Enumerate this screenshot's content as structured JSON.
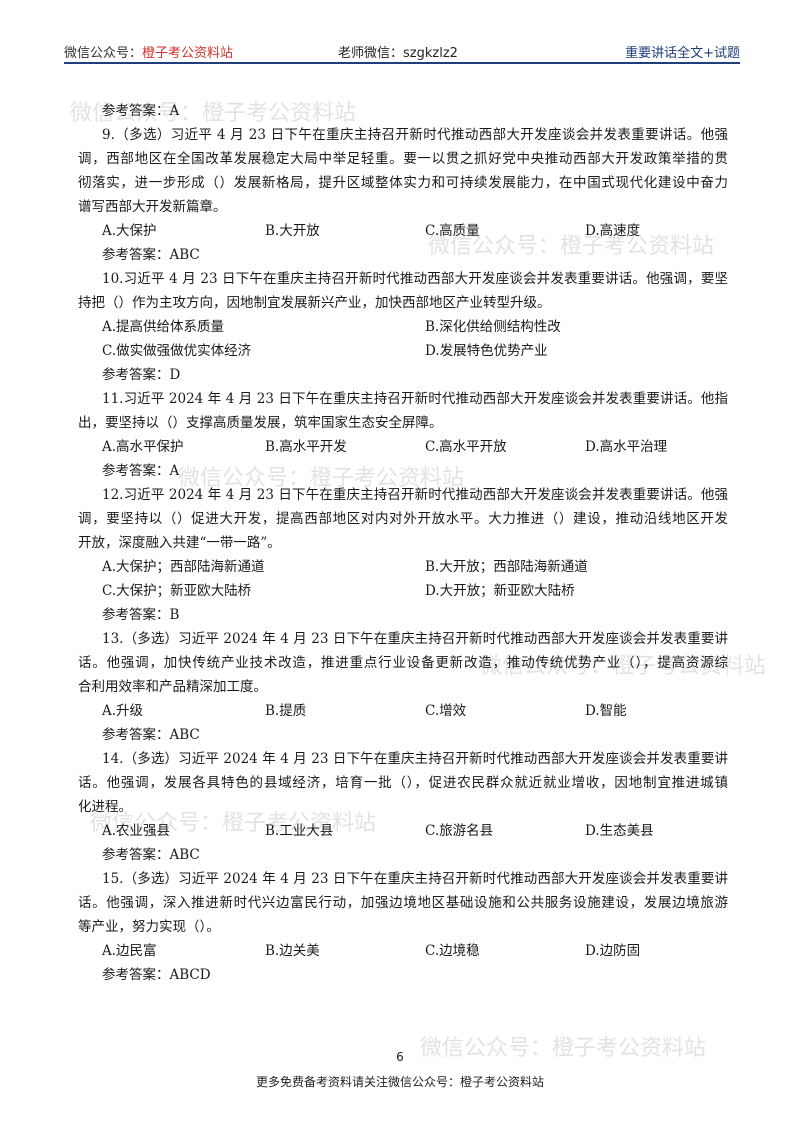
{
  "header": {
    "left_prefix": "微信公众号：",
    "left_account": "橙子考公资料站",
    "middle": "老师微信：szgkzlz2",
    "right": "重要讲话全文+试题"
  },
  "answer_prefix": "参考答案：",
  "top_answer": "A",
  "questions": [
    {
      "lines": [
        "9.（多选）习近平 4 月 23 日下午在重庆主持召开新时代推动西部大开发座谈会并发表重要讲话。他强",
        "调，西部地区在全国改革发展稳定大局中举足轻重。要一以贯之抓好党中央推动西部大开发政策举措的贯",
        "彻落实，进一步形成（）发展新格局，提升区域整体实力和可持续发展能力，在中国式现代化建设中奋力",
        "谱写西部大开发新篇章。"
      ],
      "options": [
        "A.大保护",
        "B.大开放",
        "C.高质量",
        "D.高速度"
      ],
      "answer": "ABC"
    },
    {
      "lines": [
        "10.习近平 4 月 23 日下午在重庆主持召开新时代推动西部大开发座谈会并发表重要讲话。他强调，要坚",
        "持把（）作为主攻方向，因地制宜发展新兴产业，加快西部地区产业转型升级。"
      ],
      "options": [
        "A.提高供给体系质量",
        "B.深化供给侧结构性改",
        "C.做实做强做优实体经济",
        "D.发展特色优势产业"
      ],
      "answer": "D"
    },
    {
      "lines": [
        "11.习近平 2024 年 4 月 23 日下午在重庆主持召开新时代推动西部大开发座谈会并发表重要讲话。他指",
        "出，要坚持以（）支撑高质量发展，筑牢国家生态安全屏障。"
      ],
      "options": [
        "A.高水平保护",
        "B.高水平开发",
        "C.高水平开放",
        "D.高水平治理"
      ],
      "answer": "A"
    },
    {
      "lines": [
        "12.习近平 2024 年 4 月 23 日下午在重庆主持召开新时代推动西部大开发座谈会并发表重要讲话。他强",
        "调，要坚持以（）促进大开发，提高西部地区对内对外开放水平。大力推进（）建设，推动沿线地区开发",
        "开放，深度融入共建“一带一路”。"
      ],
      "options": [
        "A.大保护；西部陆海新通道",
        "B.大开放；西部陆海新通道",
        "C.大保护；新亚欧大陆桥",
        "D.大开放；新亚欧大陆桥"
      ],
      "answer": "B"
    },
    {
      "lines": [
        "13.（多选）习近平 2024 年 4 月 23 日下午在重庆主持召开新时代推动西部大开发座谈会并发表重要讲",
        "话。他强调，加快传统产业技术改造，推进重点行业设备更新改造，推动传统优势产业（），提高资源综",
        "合利用效率和产品精深加工度。"
      ],
      "options": [
        "A.升级",
        "B.提质",
        "C.增效",
        "D.智能"
      ],
      "answer": "ABC"
    },
    {
      "lines": [
        "14.（多选）习近平 2024 年 4 月 23 日下午在重庆主持召开新时代推动西部大开发座谈会并发表重要讲",
        "话。他强调，发展各具特色的县域经济，培育一批（），促进农民群众就近就业增收，因地制宜推进城镇",
        "化进程。"
      ],
      "options": [
        "A.农业强县",
        "B.工业大县",
        "C.旅游名县",
        "D.生态美县"
      ],
      "answer": "ABC"
    },
    {
      "lines": [
        "15.（多选）习近平 2024 年 4 月 23 日下午在重庆主持召开新时代推动西部大开发座谈会并发表重要讲",
        "话。他强调，深入推进新时代兴边富民行动，加强边境地区基础设施和公共服务设施建设，发展边境旅游",
        "等产业，努力实现（）。"
      ],
      "options": [
        "A.边民富",
        "B.边关美",
        "C.边境稳",
        "D.边防固"
      ],
      "answer": "ABCD"
    }
  ],
  "watermark_text": "微信公众号：橙子考公资料站",
  "page_number": "6",
  "footer": "更多免费备考资料请关注微信公众号：橙子考公资料站"
}
